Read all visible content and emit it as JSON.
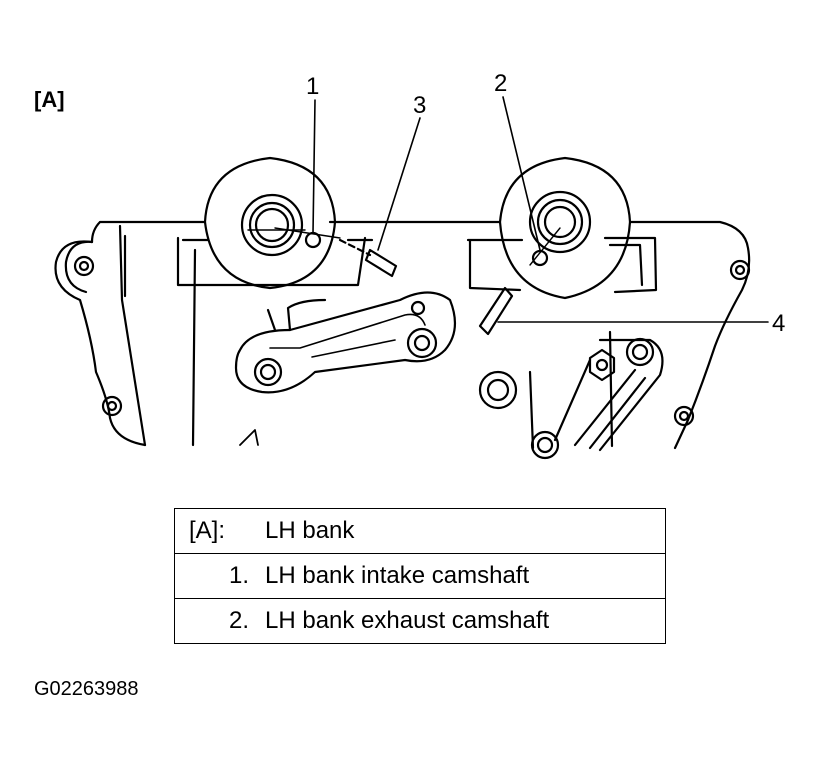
{
  "view_label": "[A]",
  "callouts": [
    "1",
    "2",
    "3",
    "4"
  ],
  "legend": [
    {
      "key": "[A]:",
      "desc": "LH bank"
    },
    {
      "key": "1.",
      "desc": "LH bank intake camshaft"
    },
    {
      "key": "2.",
      "desc": "LH bank exhaust camshaft"
    }
  ],
  "figure_code": "G02263988"
}
